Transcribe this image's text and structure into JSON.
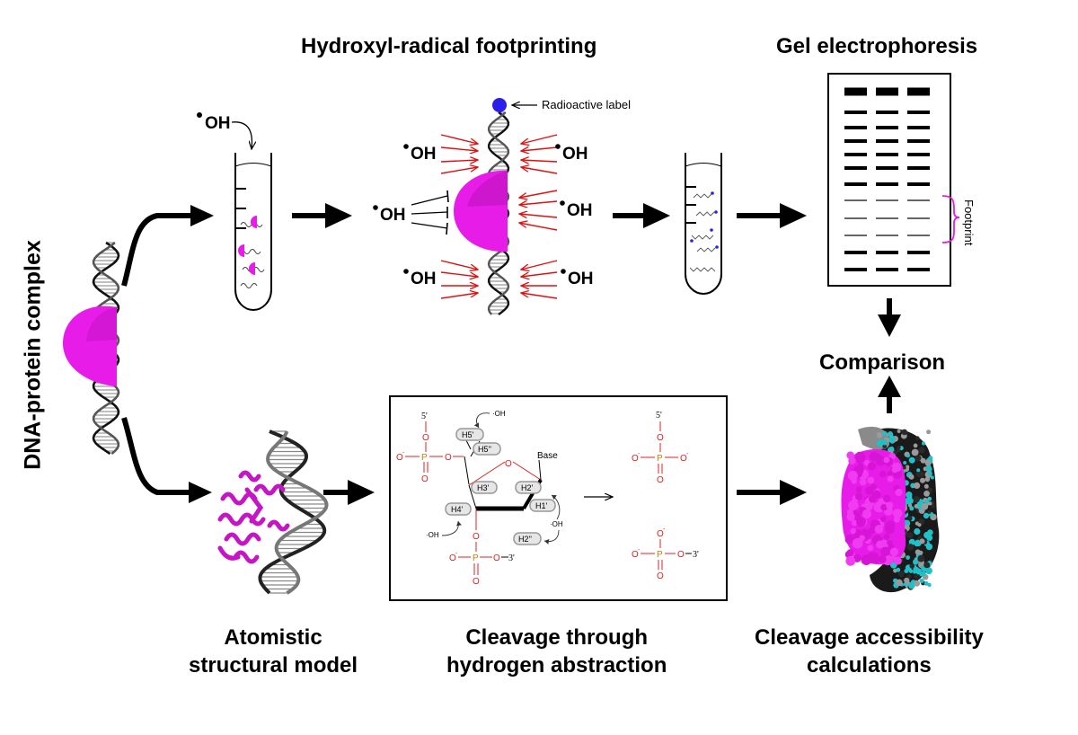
{
  "titles": {
    "footprinting": "Hydroxyl-radical footprinting",
    "gel": "Gel electrophoresis",
    "complex": "DNA-protein complex",
    "comparison": "Comparison",
    "atomistic_line1": "Atomistic",
    "atomistic_line2": "structural model",
    "cleavage_line1": "Cleavage through",
    "cleavage_line2": "hydrogen abstraction",
    "accessibility_line1": "Cleavage accessibility",
    "accessibility_line2": "calculations"
  },
  "labels": {
    "oh": "OH",
    "radioactive_label": "Radioactive label",
    "footprint": "Footprint"
  },
  "chem": {
    "five_prime": "5'",
    "three_prime": "3'",
    "oh_small": "·OH",
    "base": "Base",
    "o": "O",
    "p": "P",
    "o_minus": "O",
    "h5p": "H5'",
    "h5pp": "H5''",
    "h3p": "H3'",
    "h4p": "H4'",
    "h2p": "H2'",
    "h1p": "H1'",
    "h2pp": "H2''"
  },
  "colors": {
    "protein": "#e81ce8",
    "arrow_red": "#e01010",
    "oxygen_red": "#e02020",
    "phosphorus": "#b8860b",
    "label_blue": "#2a1ee8",
    "cyan": "#20c0c8"
  }
}
